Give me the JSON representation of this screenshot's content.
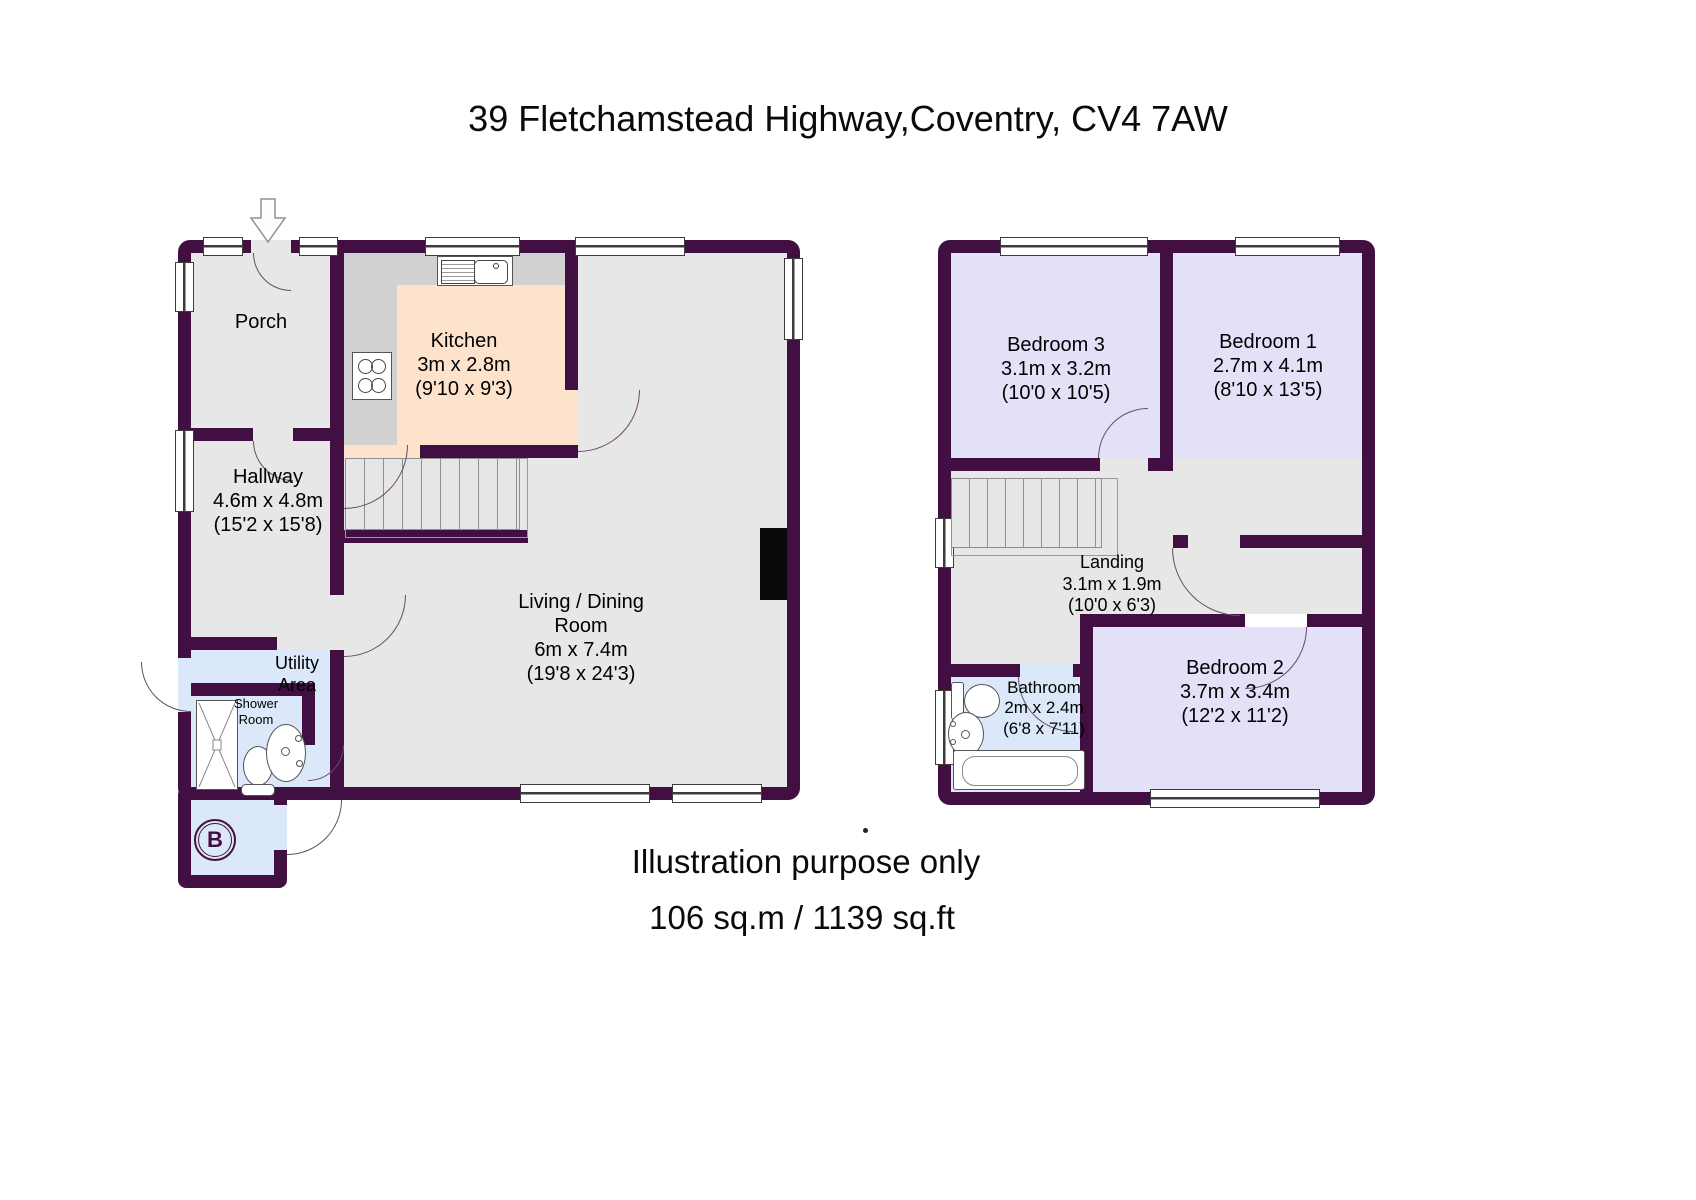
{
  "title": "39 Fletchamstead Highway,Coventry, CV4 7AW",
  "footer": {
    "line1": "Illustration purpose only",
    "line2": "106 sq.m / 1139 sq.ft"
  },
  "ground_floor": {
    "porch": {
      "name": "Porch"
    },
    "kitchen": {
      "name": "Kitchen",
      "metric": "3m x 2.8m",
      "imperial": "(9'10 x 9'3)"
    },
    "hallway": {
      "name": "Hallway",
      "metric": "4.6m x 4.8m",
      "imperial": "(15'2 x 15'8)"
    },
    "living": {
      "name": "Living / Dining Room",
      "metric": "6m x 7.4m",
      "imperial": "(19'8 x 24'3)"
    },
    "utility": {
      "name": "Utility Area"
    },
    "shower": {
      "name": "Shower Room"
    },
    "boiler": {
      "label": "B"
    }
  },
  "first_floor": {
    "bedroom3": {
      "name": "Bedroom 3",
      "metric": "3.1m x 3.2m",
      "imperial": "(10'0 x 10'5)"
    },
    "bedroom1": {
      "name": "Bedroom 1",
      "metric": "2.7m x 4.1m",
      "imperial": "(8'10 x 13'5)"
    },
    "landing": {
      "name": "Landing",
      "metric": "3.1m x 1.9m",
      "imperial": "(10'0 x 6'3)"
    },
    "bathroom": {
      "name": "Bathroom",
      "metric": "2m x 2.4m",
      "imperial": "(6'8 x 7'11)"
    },
    "bedroom2": {
      "name": "Bedroom 2",
      "metric": "3.7m x 3.4m",
      "imperial": "(12'2 x 11'2)"
    }
  },
  "colors": {
    "wall": "#420f42",
    "door": "#6b4a6b",
    "room_gray": "#e8e7e7",
    "counter_gray": "#d2d1d1",
    "kitchen_peach": "#fde3cb",
    "wet_blue": "#dbe8f9",
    "bedroom_lavender": "#e2e1f7"
  }
}
